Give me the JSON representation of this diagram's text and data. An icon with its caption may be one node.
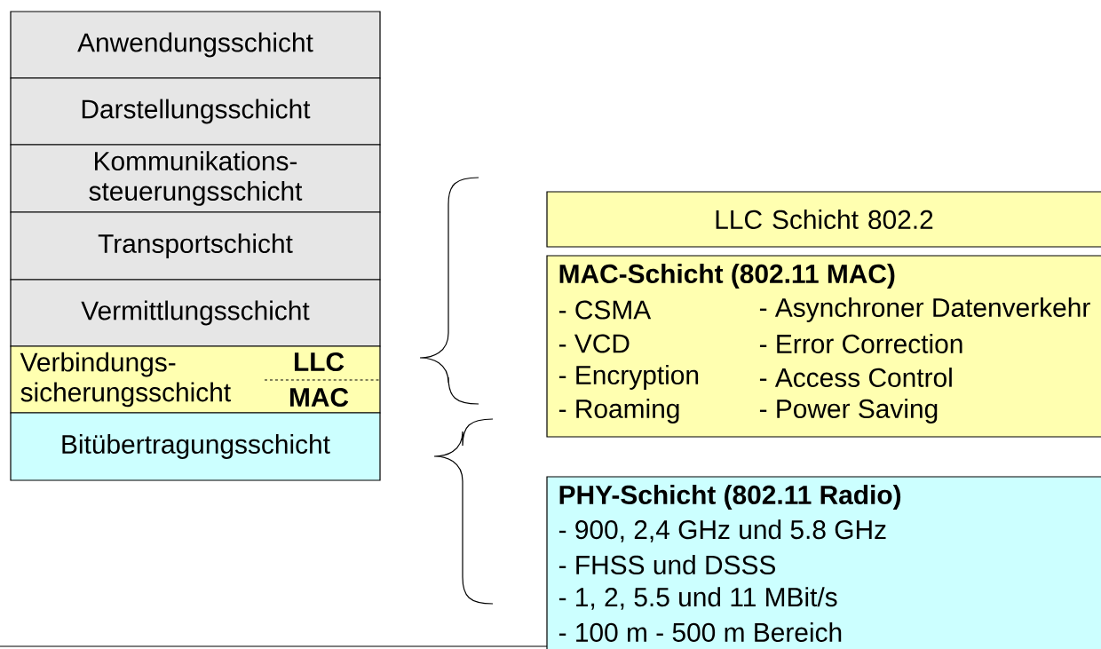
{
  "diagram": {
    "nodes": [
      {
        "text": [
          "Anwendungsschicht"
        ]
      },
      {
        "text": [
          "Darstellungsschicht"
        ]
      },
      {
        "text": [
          "Kommunikations- steuerungsschicht"
        ]
      },
      {
        "text": [
          "Transportschicht"
        ]
      },
      {
        "text": [
          "Vermittlungsschicht"
        ]
      },
      {
        "text": [
          "Verbindungs- sicherungsschicht",
          "LLC",
          "MAC"
        ]
      },
      {
        "text": [
          "Bitübertragungsschicht"
        ]
      },
      {
        "text": [
          "LLC Schicht 802.2"
        ]
      },
      {
        "text": [
          "MAC-Schicht (802.11 MAC)",
          "- CSMA",
          "- Asynchroner Datenverkehr",
          "- VCD",
          "- Error Correction",
          "- Encryption",
          "- Access Control",
          "- Roaming",
          "- Power Saving"
        ]
      },
      {
        "text": [
          "PHY-Schicht (802.11 Radio)",
          "- 900, 2,4 GHz und 5.8 GHz",
          "- FHSS und DSSS",
          "- 1, 2, 5.5 und 11 MBit/s",
          "- 100 m - 500 m Bereich"
        ]
      }
    ]
  }
}
